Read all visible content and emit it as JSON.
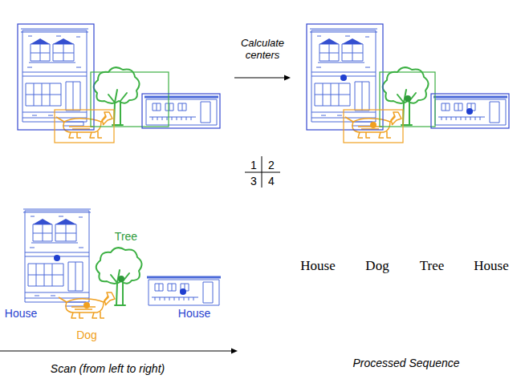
{
  "diagram": {
    "labels": [
      "Calculate centers",
      "1",
      "2",
      "3",
      "4",
      "Tree",
      "House",
      "Dog",
      "House",
      "House",
      "Dog",
      "Tree",
      "House",
      "Scan (from left to right)",
      "Processed Sequence"
    ]
  }
}
